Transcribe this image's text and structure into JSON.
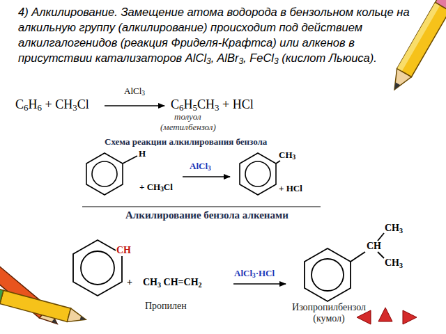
{
  "diagram": {
    "title": "4) Алкилирование. Замещение атома водорода в бензольном кольце на алкильную группу (алкилирование) происходит под действием алкилгалогенидов (реакция Фриделя-Крафтса) или алкенов в присутствии катализаторов AlCl3, AlBr3, FeCl3 (кислот Льюиса).",
    "labels": [
      "C6H6 + CH3Cl",
      "AlCl3",
      "C6H5CH3 + HCl",
      "толуол",
      "(метилбензол)",
      "Схема реакции алкилирования бензола",
      "H",
      "+ CH3Cl",
      "AlCl3",
      "CH3",
      "+ HCl",
      "Алкилирование бензола алкенами",
      "CH",
      "+",
      "CH3 CH=CH2",
      "AlCl3·HCl",
      "CH3",
      "CH",
      "CH3",
      "Пропилен",
      "Изопропилбензол (кумол)"
    ]
  }
}
